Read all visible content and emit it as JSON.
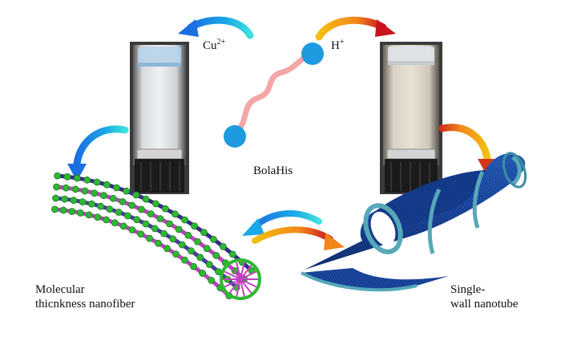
{
  "labels": {
    "cu_base": "Cu",
    "cu_sup": "2+",
    "h_base": "H",
    "h_sup": "+",
    "bolahis": "BolaHis",
    "nanofiber_line1": "Molecular",
    "nanofiber_line2": "thicnkness nanofiber",
    "nanotube_line1": "Single-",
    "nanotube_line2": "wall nanotube"
  },
  "colors": {
    "cyan_arrow": "#1aa8e8",
    "orange_arrow": "#f29a12",
    "molecule_head": "#1d9ae0",
    "molecule_tail": "#f4a6a6",
    "fiber_bead": "#2fb833",
    "fiber_core": "#c040c0",
    "tube_blue": "#1f4fb0",
    "tube_band": "#56a8b8",
    "vial_cap": "#1b1b1b"
  },
  "icons": [
    "vial-left",
    "vial-right",
    "bolahis-molecule",
    "nanofiber",
    "nanotube",
    "curved-arrow"
  ]
}
